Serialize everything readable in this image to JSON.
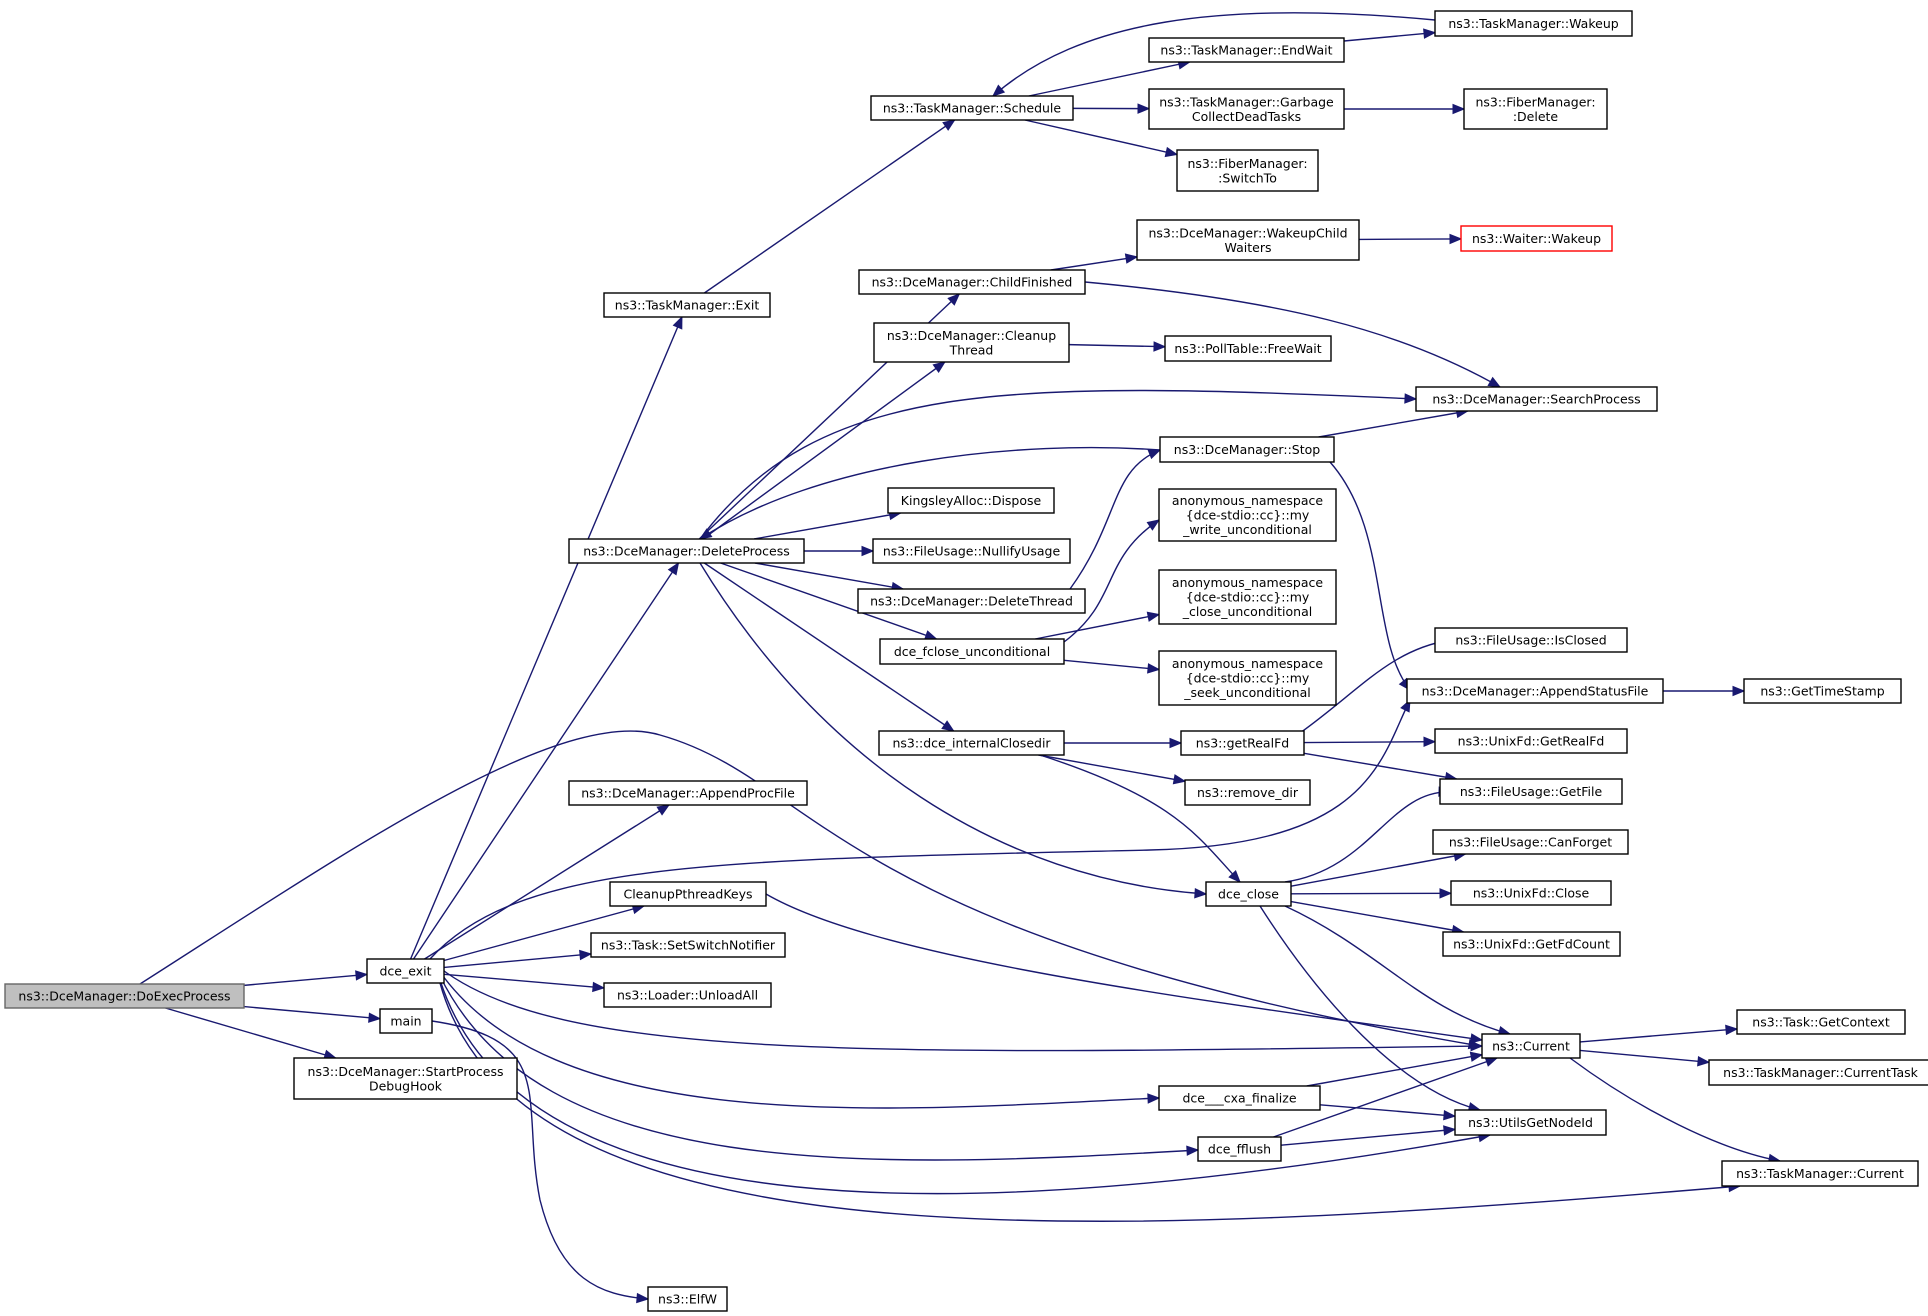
{
  "diagram": {
    "type": "call-graph",
    "colors": {
      "edge": "#191970",
      "root_fill": "#bfbfbf",
      "node_border": "#000000",
      "highlight_border": "#ff0000"
    },
    "nodes": [
      {
        "id": "doexec",
        "lines": [
          "ns3::DceManager::DoExecProcess"
        ],
        "style": "root"
      },
      {
        "id": "dce_exit",
        "lines": [
          "dce_exit"
        ]
      },
      {
        "id": "main",
        "lines": [
          "main"
        ]
      },
      {
        "id": "startdebug",
        "lines": [
          "ns3::DceManager::StartProcess",
          "DebugHook"
        ]
      },
      {
        "id": "tm_exit",
        "lines": [
          "ns3::TaskManager::Exit"
        ]
      },
      {
        "id": "deleteprocess",
        "lines": [
          "ns3::DceManager::DeleteProcess"
        ]
      },
      {
        "id": "appendproc",
        "lines": [
          "ns3::DceManager::AppendProcFile"
        ]
      },
      {
        "id": "cleanuppthread",
        "lines": [
          "CleanupPthreadKeys"
        ]
      },
      {
        "id": "setswitch",
        "lines": [
          "ns3::Task::SetSwitchNotifier"
        ]
      },
      {
        "id": "unloadall",
        "lines": [
          "ns3::Loader::UnloadAll"
        ]
      },
      {
        "id": "elfw",
        "lines": [
          "ns3::ElfW"
        ]
      },
      {
        "id": "schedule",
        "lines": [
          "ns3::TaskManager::Schedule"
        ]
      },
      {
        "id": "endwait",
        "lines": [
          "ns3::TaskManager::EndWait"
        ]
      },
      {
        "id": "tm_wakeup",
        "lines": [
          "ns3::TaskManager::Wakeup"
        ]
      },
      {
        "id": "garbage",
        "lines": [
          "ns3::TaskManager::Garbage",
          "CollectDeadTasks"
        ]
      },
      {
        "id": "fm_delete",
        "lines": [
          "ns3::FiberManager:",
          ":Delete"
        ]
      },
      {
        "id": "fm_switchto",
        "lines": [
          "ns3::FiberManager:",
          ":SwitchTo"
        ]
      },
      {
        "id": "childfinished",
        "lines": [
          "ns3::DceManager::ChildFinished"
        ]
      },
      {
        "id": "wakeupchild",
        "lines": [
          "ns3::DceManager::WakeupChild",
          "Waiters"
        ]
      },
      {
        "id": "waiter_wakeup",
        "lines": [
          "ns3::Waiter::Wakeup"
        ],
        "style": "red"
      },
      {
        "id": "cleanupthread",
        "lines": [
          "ns3::DceManager::Cleanup",
          "Thread"
        ]
      },
      {
        "id": "freewait",
        "lines": [
          "ns3::PollTable::FreeWait"
        ]
      },
      {
        "id": "searchprocess",
        "lines": [
          "ns3::DceManager::SearchProcess"
        ]
      },
      {
        "id": "stop",
        "lines": [
          "ns3::DceManager::Stop"
        ]
      },
      {
        "id": "kingsley",
        "lines": [
          "KingsleyAlloc::Dispose"
        ]
      },
      {
        "id": "nullify",
        "lines": [
          "ns3::FileUsage::NullifyUsage"
        ]
      },
      {
        "id": "deletethread",
        "lines": [
          "ns3::DceManager::DeleteThread"
        ]
      },
      {
        "id": "fclose_unc",
        "lines": [
          "dce_fclose_unconditional"
        ]
      },
      {
        "id": "my_write",
        "lines": [
          "anonymous_namespace",
          "{dce-stdio::cc}::my",
          "_write_unconditional"
        ]
      },
      {
        "id": "my_close",
        "lines": [
          "anonymous_namespace",
          "{dce-stdio::cc}::my",
          "_close_unconditional"
        ]
      },
      {
        "id": "my_seek",
        "lines": [
          "anonymous_namespace",
          "{dce-stdio::cc}::my",
          "_seek_unconditional"
        ]
      },
      {
        "id": "closedir",
        "lines": [
          "ns3::dce_internalClosedir"
        ]
      },
      {
        "id": "getrealfd",
        "lines": [
          "ns3::getRealFd"
        ]
      },
      {
        "id": "remove_dir",
        "lines": [
          "ns3::remove_dir"
        ]
      },
      {
        "id": "dce_close",
        "lines": [
          "dce_close"
        ]
      },
      {
        "id": "isclosed",
        "lines": [
          "ns3::FileUsage::IsClosed"
        ]
      },
      {
        "id": "appendstatus",
        "lines": [
          "ns3::DceManager::AppendStatusFile"
        ]
      },
      {
        "id": "gettimestamp",
        "lines": [
          "ns3::GetTimeStamp"
        ]
      },
      {
        "id": "unix_getrealfd",
        "lines": [
          "ns3::UnixFd::GetRealFd"
        ]
      },
      {
        "id": "getfile",
        "lines": [
          "ns3::FileUsage::GetFile"
        ]
      },
      {
        "id": "canforget",
        "lines": [
          "ns3::FileUsage::CanForget"
        ]
      },
      {
        "id": "unix_close",
        "lines": [
          "ns3::UnixFd::Close"
        ]
      },
      {
        "id": "getfdcount",
        "lines": [
          "ns3::UnixFd::GetFdCount"
        ]
      },
      {
        "id": "current",
        "lines": [
          "ns3::Current"
        ]
      },
      {
        "id": "getcontext",
        "lines": [
          "ns3::Task::GetContext"
        ]
      },
      {
        "id": "currenttask",
        "lines": [
          "ns3::TaskManager::CurrentTask"
        ]
      },
      {
        "id": "tm_current",
        "lines": [
          "ns3::TaskManager::Current"
        ]
      },
      {
        "id": "cxa_finalize",
        "lines": [
          "dce___cxa_finalize"
        ]
      },
      {
        "id": "fflush",
        "lines": [
          "dce_fflush"
        ]
      },
      {
        "id": "getnodeid",
        "lines": [
          "ns3::UtilsGetNodeId"
        ]
      }
    ],
    "edges": [
      [
        "doexec",
        "dce_exit"
      ],
      [
        "doexec",
        "main"
      ],
      [
        "doexec",
        "startdebug"
      ],
      [
        "doexec",
        "current"
      ],
      [
        "dce_exit",
        "tm_exit"
      ],
      [
        "dce_exit",
        "deleteprocess"
      ],
      [
        "dce_exit",
        "appendproc"
      ],
      [
        "dce_exit",
        "appendstatus"
      ],
      [
        "dce_exit",
        "cleanuppthread"
      ],
      [
        "dce_exit",
        "setswitch"
      ],
      [
        "dce_exit",
        "unloadall"
      ],
      [
        "dce_exit",
        "current"
      ],
      [
        "dce_exit",
        "cxa_finalize"
      ],
      [
        "dce_exit",
        "fflush"
      ],
      [
        "dce_exit",
        "getnodeid"
      ],
      [
        "dce_exit",
        "tm_current"
      ],
      [
        "main",
        "elfw"
      ],
      [
        "tm_exit",
        "schedule"
      ],
      [
        "schedule",
        "endwait"
      ],
      [
        "schedule",
        "garbage"
      ],
      [
        "schedule",
        "fm_switchto"
      ],
      [
        "endwait",
        "tm_wakeup"
      ],
      [
        "tm_wakeup",
        "schedule"
      ],
      [
        "garbage",
        "fm_delete"
      ],
      [
        "deleteprocess",
        "childfinished"
      ],
      [
        "deleteprocess",
        "cleanupthread"
      ],
      [
        "deleteprocess",
        "searchprocess"
      ],
      [
        "deleteprocess",
        "kingsley"
      ],
      [
        "deleteprocess",
        "nullify"
      ],
      [
        "deleteprocess",
        "deletethread"
      ],
      [
        "deleteprocess",
        "fclose_unc"
      ],
      [
        "deleteprocess",
        "closedir"
      ],
      [
        "deleteprocess",
        "dce_close"
      ],
      [
        "childfinished",
        "wakeupchild"
      ],
      [
        "childfinished",
        "searchprocess"
      ],
      [
        "wakeupchild",
        "waiter_wakeup"
      ],
      [
        "cleanupthread",
        "freewait"
      ],
      [
        "stop",
        "deleteprocess"
      ],
      [
        "stop",
        "searchprocess"
      ],
      [
        "stop",
        "appendstatus"
      ],
      [
        "deletethread",
        "stop"
      ],
      [
        "fclose_unc",
        "my_write"
      ],
      [
        "fclose_unc",
        "my_close"
      ],
      [
        "fclose_unc",
        "my_seek"
      ],
      [
        "closedir",
        "getrealfd"
      ],
      [
        "closedir",
        "remove_dir"
      ],
      [
        "closedir",
        "dce_close"
      ],
      [
        "getrealfd",
        "isclosed"
      ],
      [
        "getrealfd",
        "unix_getrealfd"
      ],
      [
        "getrealfd",
        "getfile"
      ],
      [
        "appendstatus",
        "gettimestamp"
      ],
      [
        "dce_close",
        "getfile"
      ],
      [
        "dce_close",
        "canforget"
      ],
      [
        "dce_close",
        "unix_close"
      ],
      [
        "dce_close",
        "getfdcount"
      ],
      [
        "dce_close",
        "current"
      ],
      [
        "dce_close",
        "getnodeid"
      ],
      [
        "cleanuppthread",
        "current"
      ],
      [
        "cxa_finalize",
        "current"
      ],
      [
        "cxa_finalize",
        "getnodeid"
      ],
      [
        "fflush",
        "current"
      ],
      [
        "fflush",
        "getnodeid"
      ],
      [
        "current",
        "getcontext"
      ],
      [
        "current",
        "currenttask"
      ],
      [
        "current",
        "tm_current"
      ]
    ]
  }
}
